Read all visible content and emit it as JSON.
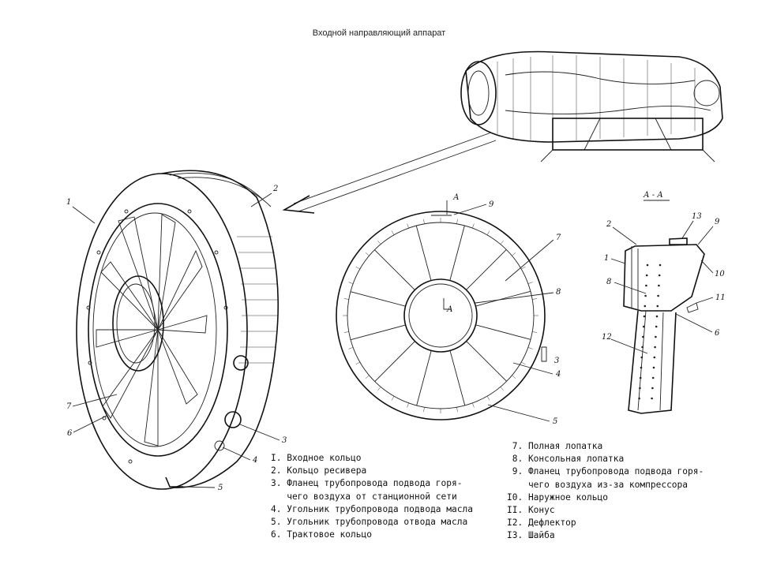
{
  "title": "Входной направляющий аппарат",
  "section_label": "А - А",
  "cut_label": "А",
  "callouts": {
    "n1": "1",
    "n2": "2",
    "n3": "3",
    "n4": "4",
    "n5": "5",
    "n6": "6",
    "n7": "7",
    "n8": "8",
    "n9": "9",
    "n10": "10",
    "n11": "11",
    "n12": "12",
    "n13": "13"
  },
  "legend_left": [
    "I. Входное кольцо",
    "2. Кольцо ресивера",
    "3. Фланец трубопровода подвода горя-",
    "   чего воздуха от станционной сети",
    "4. Угольник трубопровода подвода масла",
    "5. Угольник трубопровода отвода масла",
    "6. Трактовое кольцо"
  ],
  "legend_right": [
    " 7. Полная лопатка",
    " 8. Консольная лопатка",
    " 9. Фланец трубопровода подвода горя-",
    "    чего воздуха из-за компрессора",
    "I0. Наружное кольцо",
    "II. Конус",
    "I2. Дефлектор",
    "I3. Шайба"
  ]
}
